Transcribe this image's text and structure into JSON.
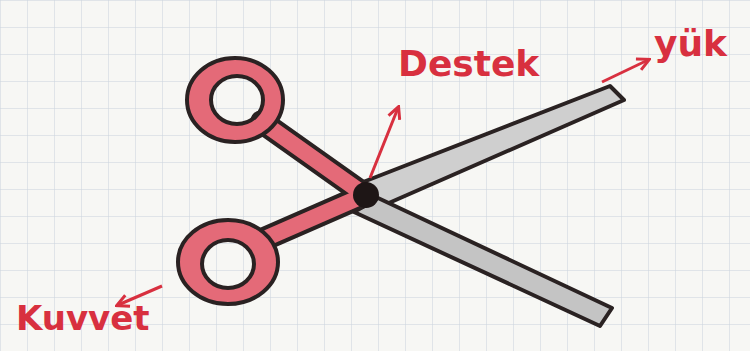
{
  "diagram": {
    "labels": [
      "Destek",
      "yük",
      "Kuvvet"
    ]
  }
}
